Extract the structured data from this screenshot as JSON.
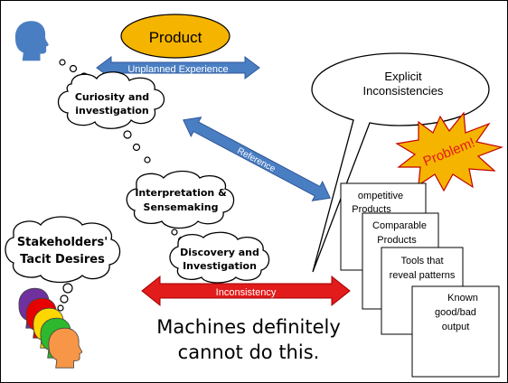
{
  "product": {
    "label": "Product",
    "fill": "#f5b400"
  },
  "arrows": {
    "unplanned": {
      "label": "Unplanned Experience",
      "color": "#4a7ec3"
    },
    "reference": {
      "label": "Reference",
      "color": "#4a7ec3"
    },
    "inconsistency": {
      "label": "Inconsistency",
      "color": "#e21b1b"
    }
  },
  "clouds": {
    "curiosity": [
      "Curiosity and",
      "investigation"
    ],
    "interpretation": [
      "Interpretation &",
      "Sensemaking"
    ],
    "discovery": [
      "Discovery and",
      "Investigation"
    ],
    "stakeholders": [
      "Stakeholders'",
      "Tacit Desires"
    ]
  },
  "speech_bubble": [
    "Explicit",
    "Inconsistencies"
  ],
  "problem_burst": {
    "label": "Problem!",
    "fill": "#f5b400",
    "text_color": "#e21b1b"
  },
  "documents": [
    {
      "lines": [
        "ompetitive",
        "Products"
      ]
    },
    {
      "lines": [
        "Comparable",
        "Products"
      ]
    },
    {
      "lines": [
        "Tools that",
        "reveal patterns"
      ]
    },
    {
      "lines": [
        "Known",
        "good/bad",
        "output"
      ]
    }
  ],
  "machines_text": [
    "Machines definitely",
    "cannot do this."
  ],
  "head_colors": [
    "#7030a0",
    "#e60000",
    "#ffd700",
    "#2eb82e",
    "#f79646"
  ],
  "head_blue": "#4a7ec3"
}
